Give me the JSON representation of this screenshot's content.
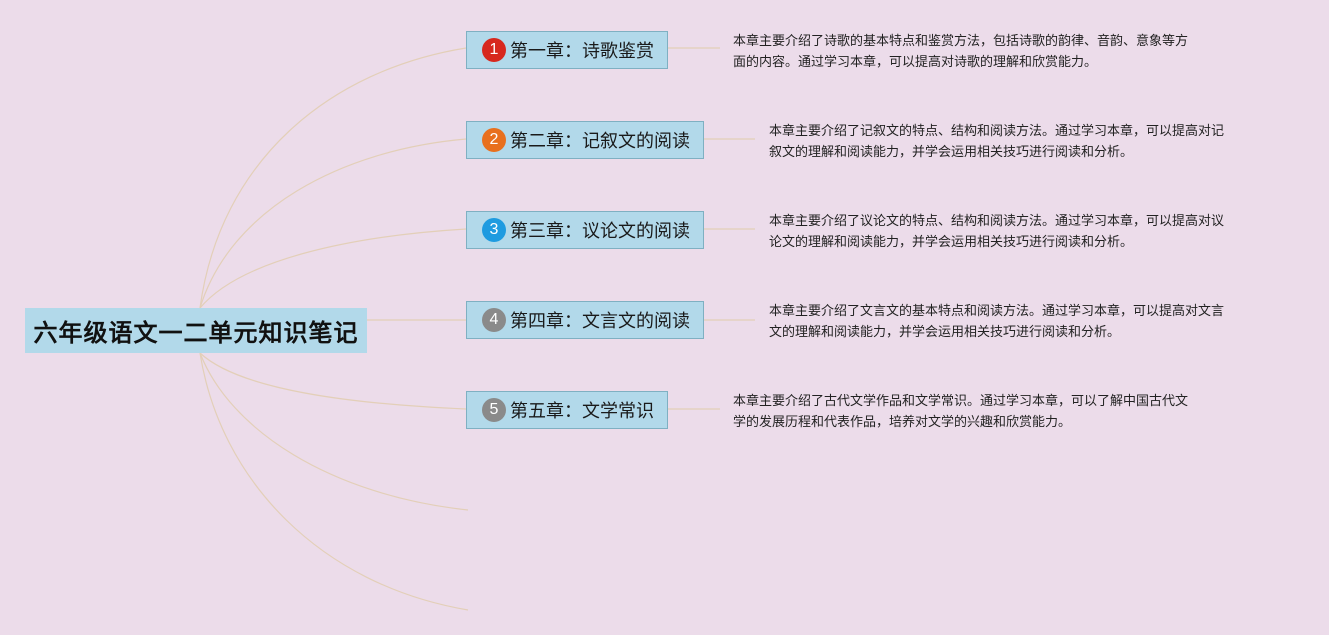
{
  "root": {
    "title": "六年级语文一二单元知识笔记"
  },
  "chapters": [
    {
      "number": "1",
      "badge_color": "#d7281e",
      "title": "第一章：诗歌鉴赏",
      "desc_lines": [
        "本章主要介绍了诗歌的基本特点和鉴赏方法，包括诗歌的韵律、音韵、意象等方",
        "面的内容。通过学习本章，可以提高对诗歌的理解和欣赏能力。"
      ]
    },
    {
      "number": "2",
      "badge_color": "#e8701e",
      "title": "第二章：记叙文的阅读",
      "desc_lines": [
        "本章主要介绍了记叙文的特点、结构和阅读方法。通过学习本章，可以提高对记",
        "叙文的理解和阅读能力，并学会运用相关技巧进行阅读和分析。"
      ]
    },
    {
      "number": "3",
      "badge_color": "#1e9be0",
      "title": "第三章：议论文的阅读",
      "desc_lines": [
        "本章主要介绍了议论文的特点、结构和阅读方法。通过学习本章，可以提高对议",
        "论文的理解和阅读能力，并学会运用相关技巧进行阅读和分析。"
      ]
    },
    {
      "number": "4",
      "badge_color": "#8a8a8a",
      "title": "第四章：文言文的阅读",
      "desc_lines": [
        "本章主要介绍了文言文的基本特点和阅读方法。通过学习本章，可以提高对文言",
        "文的理解和阅读能力，并学会运用相关技巧进行阅读和分析。"
      ]
    },
    {
      "number": "5",
      "badge_color": "#8a8a8a",
      "title": "第五章：文学常识",
      "desc_lines": [
        "本章主要介绍了古代文学作品和文学常识。通过学习本章，可以了解中国古代文",
        "学的发展历程和代表作品，培养对文学的兴趣和欣赏能力。"
      ]
    }
  ],
  "colors": {
    "background": "#ecdcea",
    "node_fill": "#b2d9ea",
    "connector": "#e3cfb8"
  }
}
